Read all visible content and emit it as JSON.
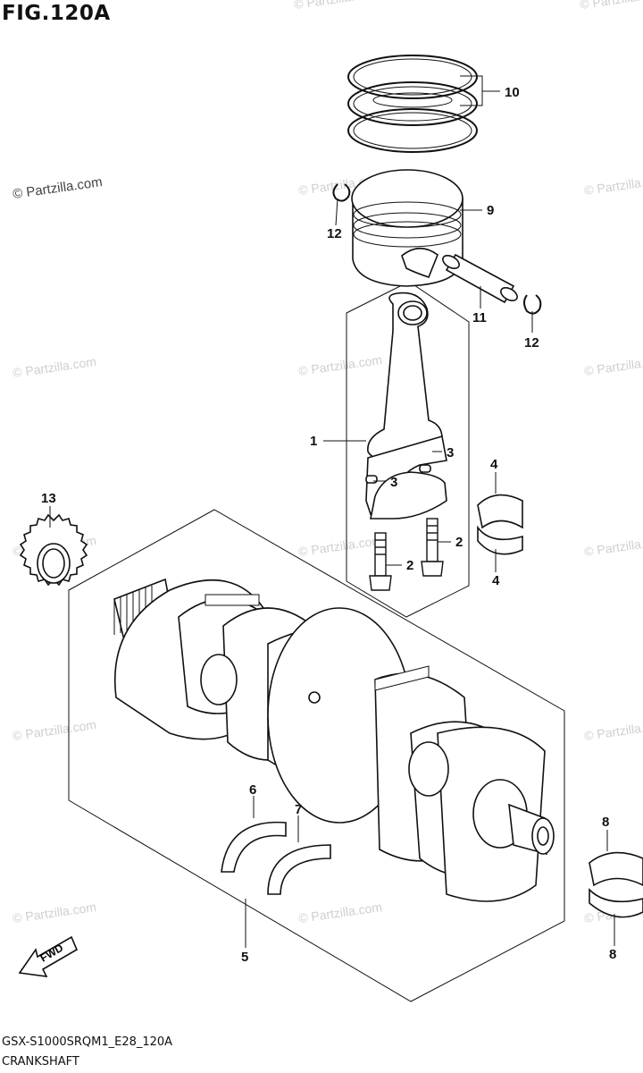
{
  "figure": {
    "title": "FIG.120A",
    "model_code": "GSX-S1000SRQM1_E28_120A",
    "caption": "CRANKSHAFT",
    "watermark": "© Partzilla.com",
    "fwd_label": "FWD"
  },
  "callouts": {
    "c1": "1",
    "c2a": "2",
    "c2b": "2",
    "c3a": "3",
    "c3b": "3",
    "c4a": "4",
    "c4b": "4",
    "c5": "5",
    "c6": "6",
    "c7": "7",
    "c8a": "8",
    "c8b": "8",
    "c9": "9",
    "c10": "10",
    "c11": "11",
    "c12a": "12",
    "c12b": "12",
    "c13": "13"
  }
}
